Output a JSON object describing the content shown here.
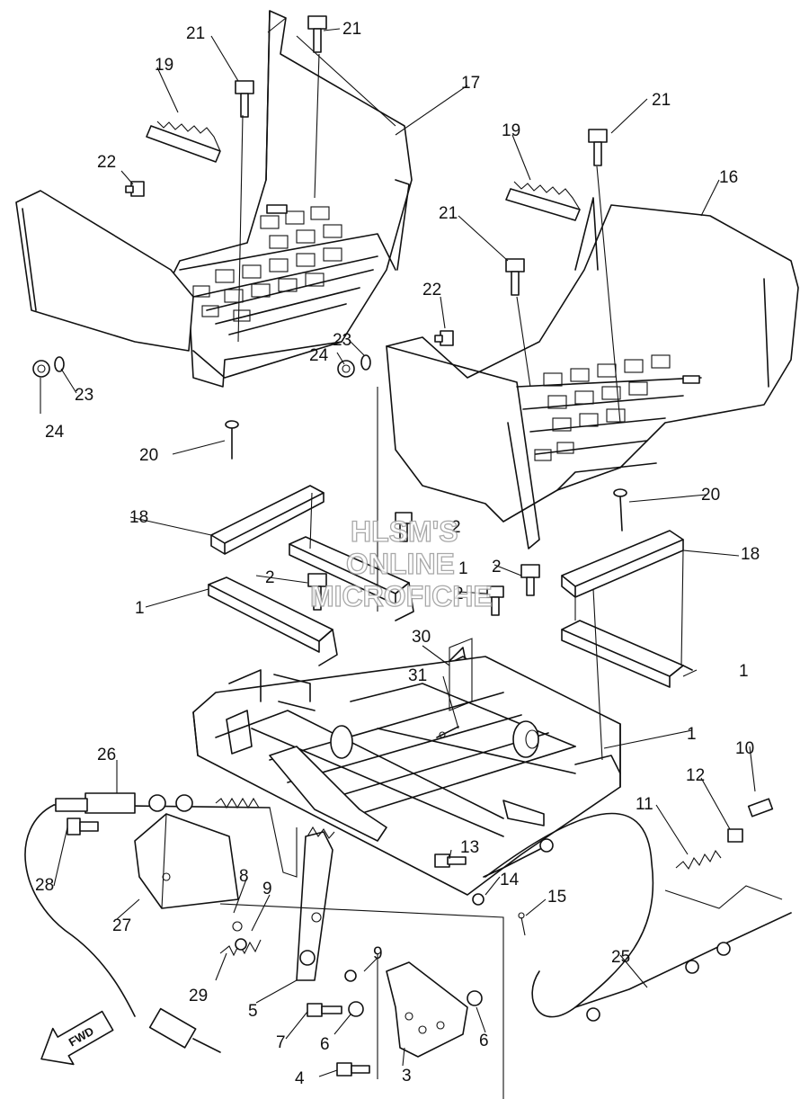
{
  "diagram": {
    "callouts": [
      "1",
      "1",
      "1",
      "1",
      "2",
      "2",
      "2",
      "2",
      "3",
      "4",
      "5",
      "6",
      "6",
      "7",
      "8",
      "9",
      "9",
      "10",
      "11",
      "12",
      "13",
      "14",
      "15",
      "16",
      "17",
      "18",
      "18",
      "19",
      "19",
      "20",
      "20",
      "21",
      "21",
      "21",
      "21",
      "22",
      "22",
      "23",
      "23",
      "24",
      "24",
      "25",
      "26",
      "27",
      "28",
      "29",
      "30",
      "31"
    ],
    "direction_label": "FWD",
    "watermark": [
      "HLSM'S",
      "ONLINE",
      "MICROFICHE"
    ]
  }
}
